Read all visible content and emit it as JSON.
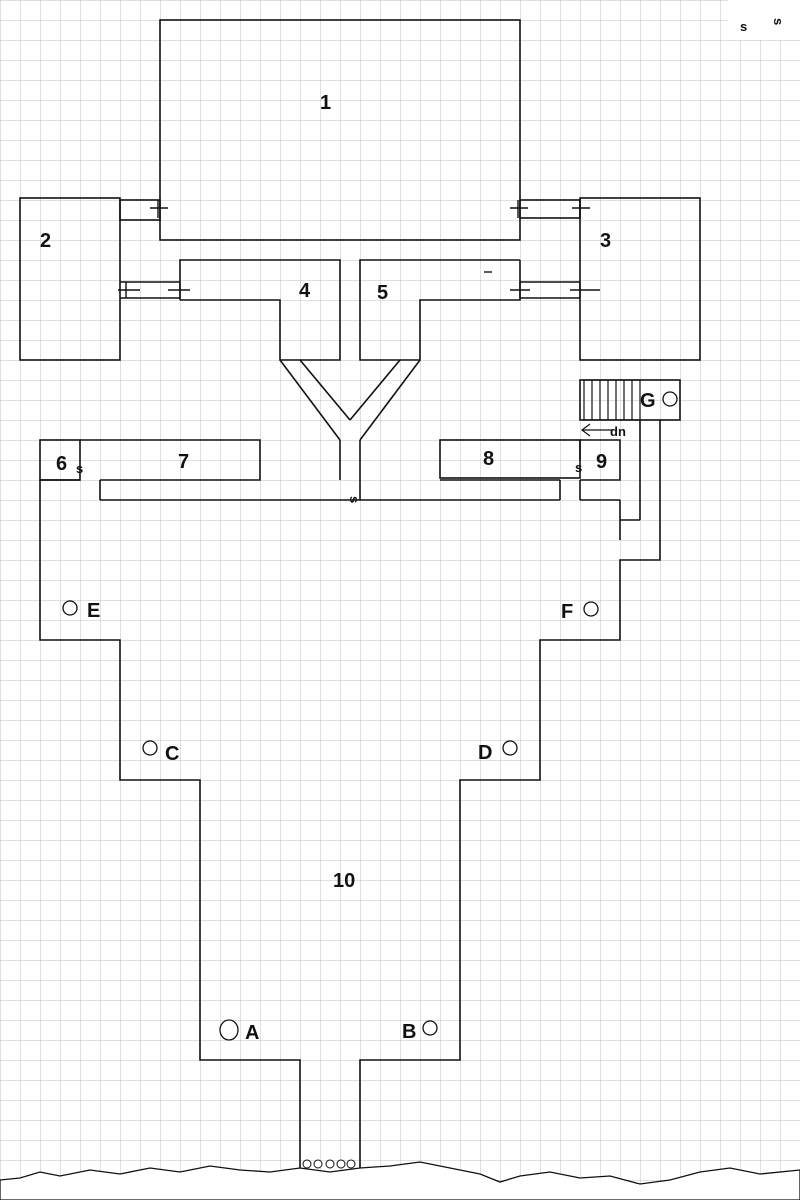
{
  "map": {
    "rooms": [
      "1",
      "2",
      "3",
      "4",
      "5",
      "6",
      "7",
      "8",
      "9",
      "10"
    ],
    "pillars": [
      "A",
      "B",
      "C",
      "D",
      "E",
      "F",
      "G"
    ],
    "secret_door_marks": [
      "s",
      "s",
      "s"
    ],
    "legend_marks": [
      "s",
      "s"
    ],
    "stairs_label": "dn"
  },
  "colors": {
    "grid": "#bfbfbf",
    "wall": "#111111",
    "background": "#ffffff"
  },
  "icons": {
    "pillar": "circle-icon",
    "stairs": "stairs-icon",
    "arrow": "arrow-left-icon"
  }
}
